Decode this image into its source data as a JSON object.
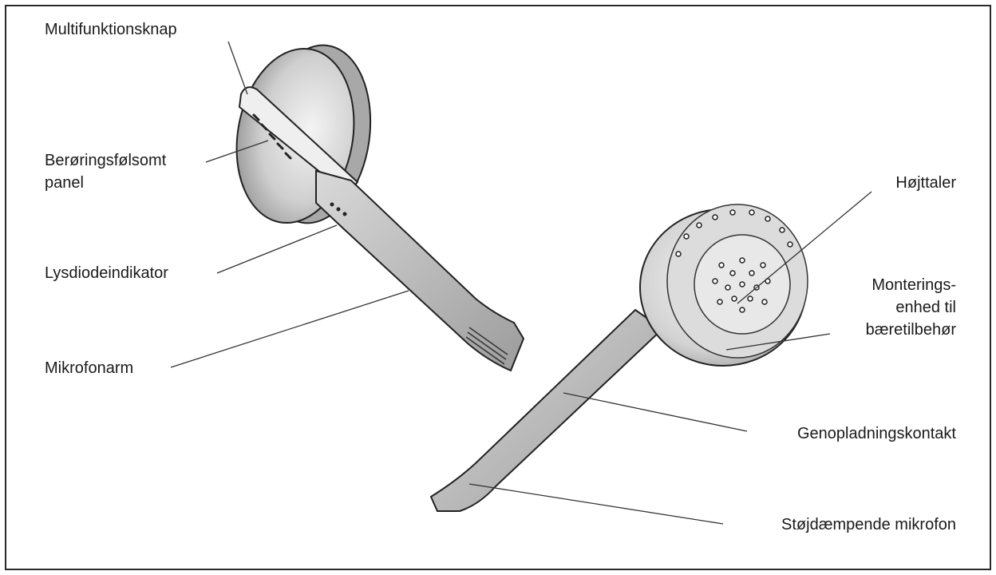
{
  "labels": {
    "multifunction_button": "Multifunktionsknap",
    "touch_panel_line1": "Berøringsfølsomt",
    "touch_panel_line2": "panel",
    "led_indicator": "Lysdiodeindikator",
    "microphone_arm": "Mikrofonarm",
    "speaker": "Højttaler",
    "mount_line1": "Monterings-",
    "mount_line2": "enhed  til",
    "mount_line3": "bæretilbehør",
    "charging_contact": "Genopladningskontakt",
    "noise_cancel_mic": "Støjdæmpende mikrofon"
  }
}
